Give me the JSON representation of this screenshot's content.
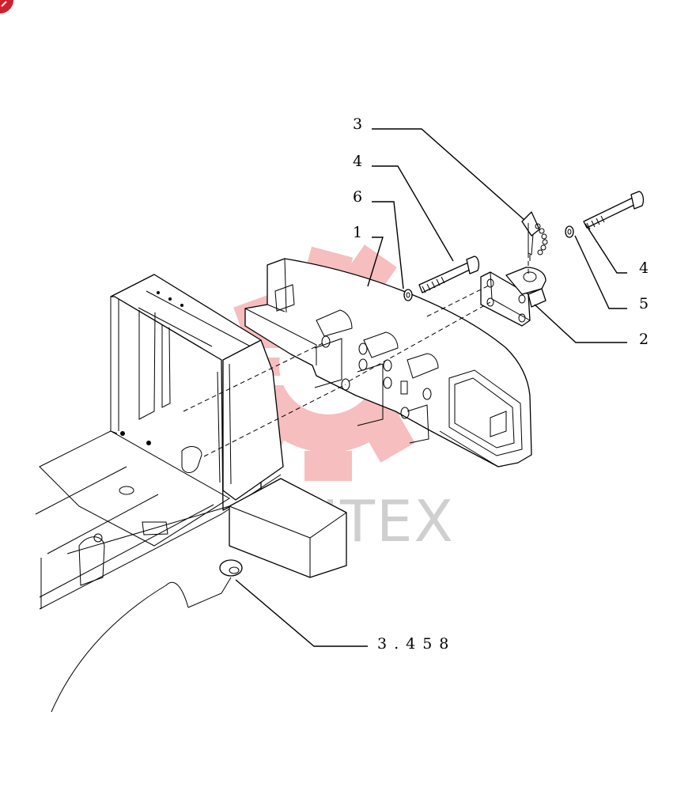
{
  "colors": {
    "line": "#000000",
    "watermark": "#f08a8a",
    "corner_badge": "#d21f2b"
  },
  "callouts": {
    "c1": "1",
    "c2": "2",
    "c3": "3",
    "c4_left": "4",
    "c4_right": "4",
    "c5": "5",
    "c6": "6",
    "reference": "3.458"
  },
  "watermark": {
    "text": "ИНТЕХ"
  }
}
